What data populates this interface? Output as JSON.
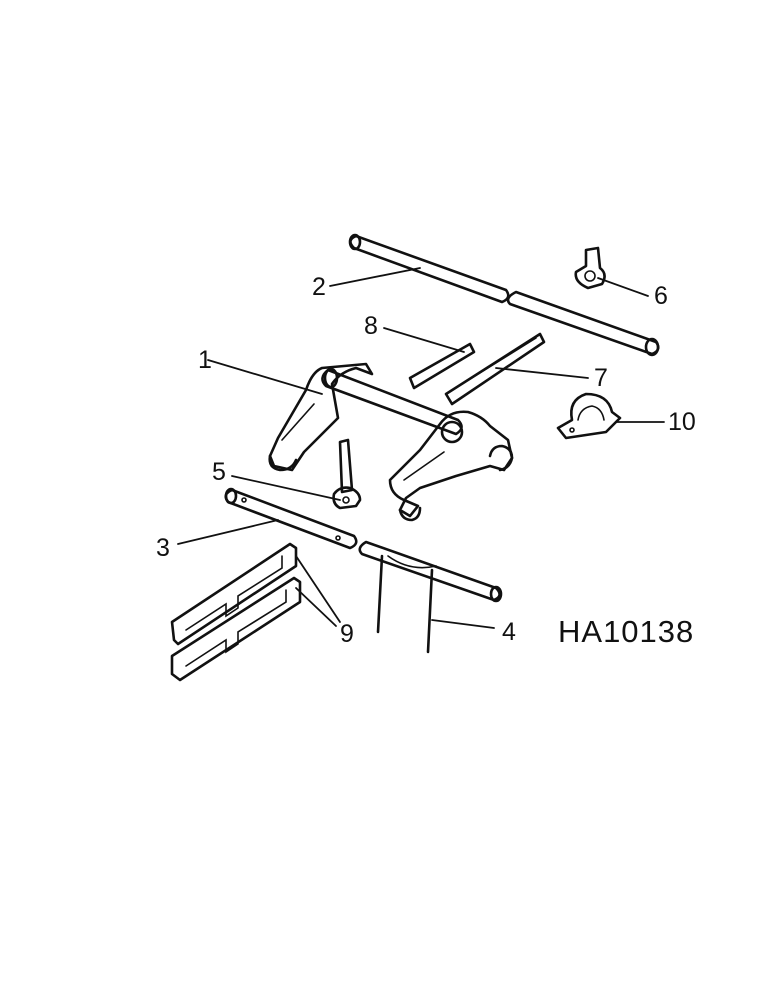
{
  "diagram": {
    "callouts": [
      {
        "id": "1",
        "label": "1"
      },
      {
        "id": "2",
        "label": "2"
      },
      {
        "id": "3",
        "label": "3"
      },
      {
        "id": "4",
        "label": "4"
      },
      {
        "id": "5",
        "label": "5"
      },
      {
        "id": "6",
        "label": "6"
      },
      {
        "id": "7",
        "label": "7"
      },
      {
        "id": "8",
        "label": "8"
      },
      {
        "id": "9",
        "label": "9"
      },
      {
        "id": "10",
        "label": "10"
      }
    ],
    "reference_number": "HA10138"
  }
}
